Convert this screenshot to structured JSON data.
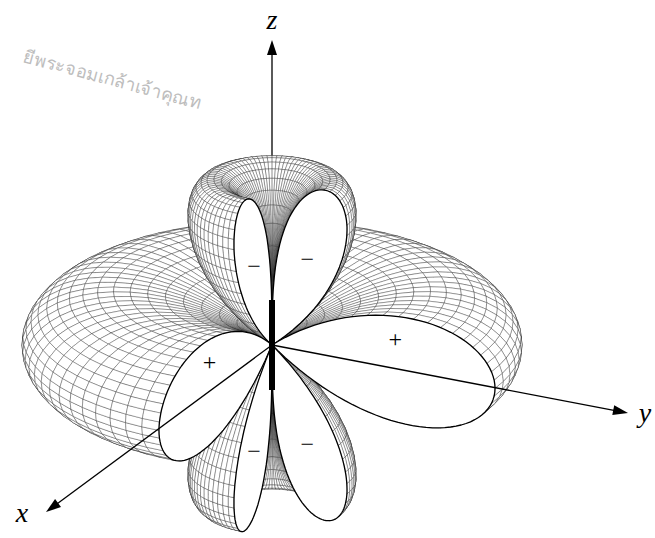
{
  "diagram": {
    "labels": [
      "ยีพระจอมเกล้าเจ้าคุณท",
      "z",
      "−",
      "−",
      "+",
      "+",
      "−",
      "−",
      "y",
      "x"
    ]
  }
}
